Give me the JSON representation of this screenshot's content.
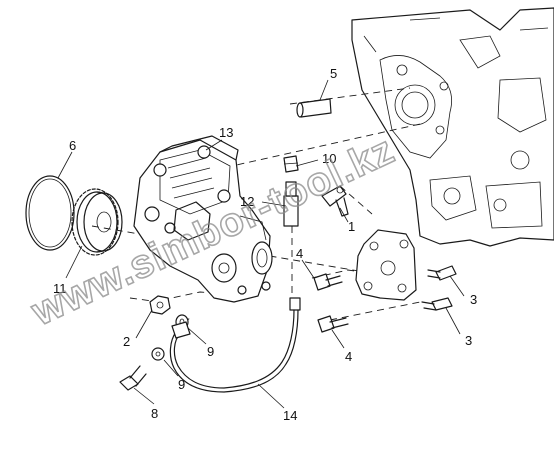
{
  "watermark": "www.simbor-tool.kz",
  "callouts": {
    "c1": "1",
    "c2": "2",
    "c3a": "3",
    "c3b": "3",
    "c4a": "4",
    "c4b": "4",
    "c5": "5",
    "c6": "6",
    "c8": "8",
    "c9a": "9",
    "c9b": "9",
    "c10": "10",
    "c11": "11",
    "c12": "12",
    "c13": "13",
    "c14": "14"
  }
}
